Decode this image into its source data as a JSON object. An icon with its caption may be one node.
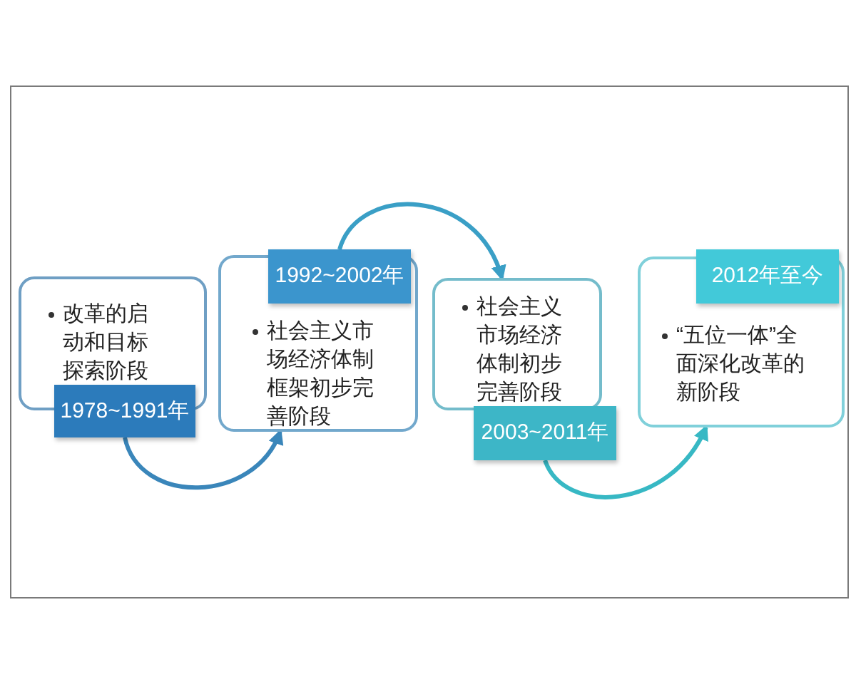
{
  "diagram": {
    "nodes": [
      {
        "text": [
          "改革的启动和目标探索阶段"
        ]
      },
      {
        "text": [
          "1978~1991年"
        ]
      },
      {
        "text": [
          "1992~2002年"
        ]
      },
      {
        "text": [
          "社会主义市场经济体制框架初步完善阶段"
        ]
      },
      {
        "text": [
          "社会主义市场经济体制初步完善阶段"
        ]
      },
      {
        "text": [
          "2003~2011年"
        ]
      },
      {
        "text": [
          "2012年至今"
        ]
      },
      {
        "text": [
          "“五位一体”全面深化改革的新阶段"
        ]
      }
    ],
    "edges": [
      {
        "from": 1,
        "to": 3,
        "arrow": "to",
        "color": "#3a86ba"
      },
      {
        "from": 2,
        "to": 4,
        "arrow": "to",
        "color": "#3a9fc6"
      },
      {
        "from": 5,
        "to": 7,
        "arrow": "to",
        "color": "#37b8c4"
      }
    ]
  }
}
